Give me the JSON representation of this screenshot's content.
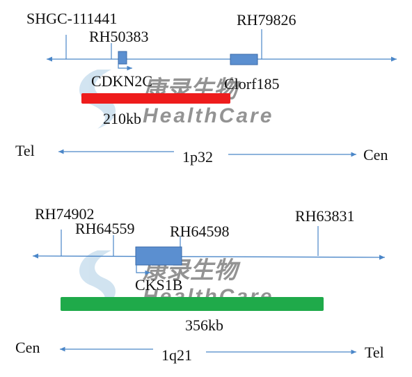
{
  "colors": {
    "axis": "#4a86c8",
    "gene_fill": "#5b8fd0",
    "gene_stroke": "#3a6aa8",
    "bar_red": "#ee1c1c",
    "bar_green": "#1faa4a",
    "watermark": "#9bc3df",
    "text": "#111111"
  },
  "watermark": {
    "chinese": "康录生物",
    "english": "HealthCare"
  },
  "top_panel": {
    "markers": [
      "SHGC-111441",
      "RH50383",
      "RH79826"
    ],
    "genes": [
      "CDKN2C",
      "Clorf185"
    ],
    "region_size": "210kb",
    "left_end": "Tel",
    "band": "1p32",
    "right_end": "Cen"
  },
  "bottom_panel": {
    "markers": [
      "RH74902",
      "RH64559",
      "RH64598",
      "RH63831"
    ],
    "genes": [
      "CKS1B"
    ],
    "region_size": "356kb",
    "left_end": "Cen",
    "band": "1q21",
    "right_end": "Tel"
  }
}
